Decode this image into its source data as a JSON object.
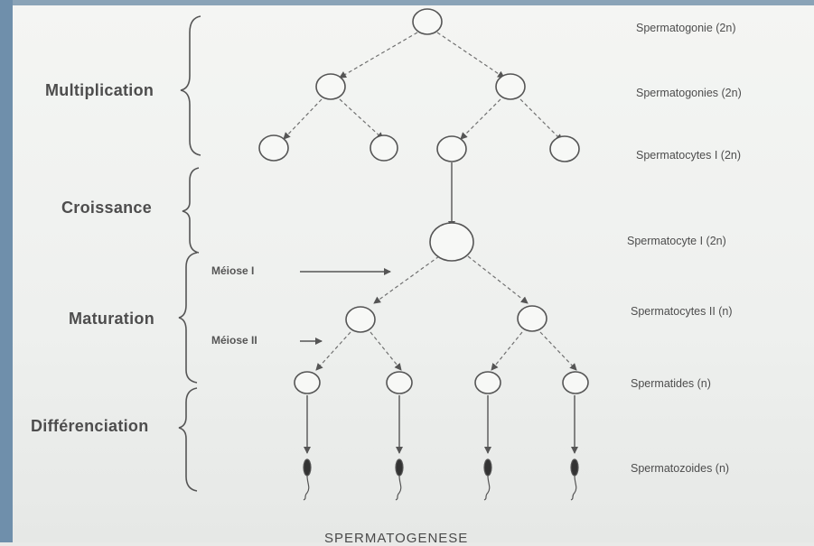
{
  "title": "SPERMATOGENESE",
  "stages": {
    "multiplication": "Multiplication",
    "croissance": "Croissance",
    "maturation": "Maturation",
    "differenciation": "Différenciation"
  },
  "cell_labels": {
    "spermatogonie": "Spermatogonie (2n)",
    "spermatogonies": "Spermatogonies (2n)",
    "spermatocytes_1": "Spermatocytes I (2n)",
    "spermatocyte_1": "Spermatocyte I (2n)",
    "spermatocytes_2": "Spermatocytes II (n)",
    "spermatides": "Spermatides (n)",
    "spermatozoides": "Spermatozoides (n)"
  },
  "divisions": {
    "meiose_1": "Méiose I",
    "meiose_2": "Méiose II"
  },
  "colors": {
    "line": "#555555",
    "dashed": "#707070",
    "text": "#4d4d4d",
    "border_left": "#6f8fab"
  }
}
